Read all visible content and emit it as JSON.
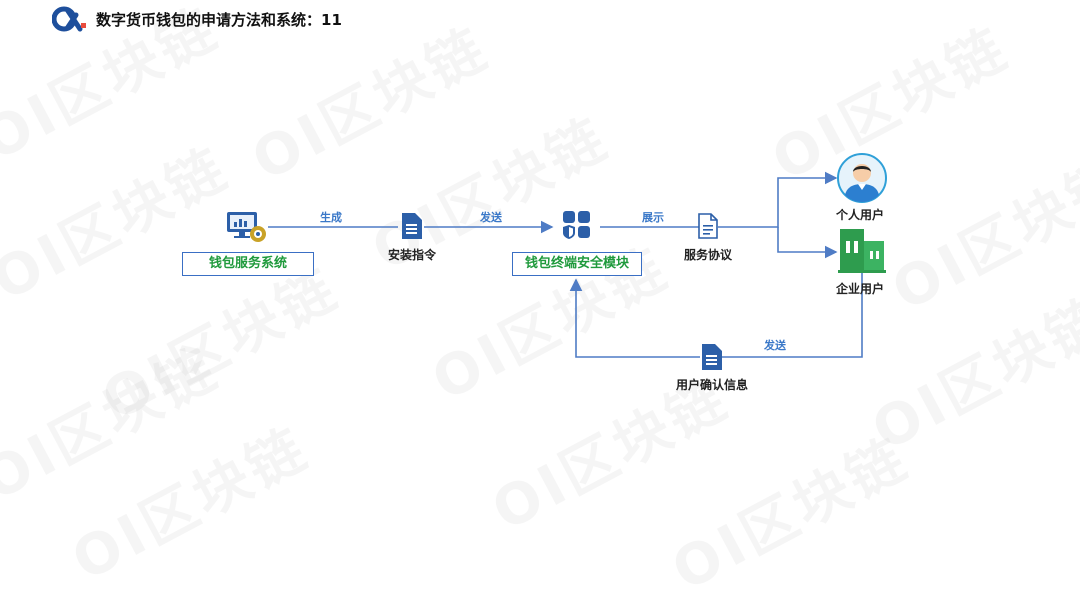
{
  "header": {
    "title": "数字货币钱包的申请方法和系统：11"
  },
  "watermark": "OI区块链",
  "nodes": {
    "wallet_service": "钱包服务系统",
    "install_cmd": "安装指令",
    "terminal_module": "钱包终端安全模块",
    "service_protocol": "服务协议",
    "personal_user": "个人用户",
    "enterprise_user": "企业用户",
    "user_confirm": "用户确认信息"
  },
  "edges": {
    "generate": "生成",
    "send1": "发送",
    "display": "展示",
    "send2": "发送"
  },
  "colors": {
    "arrow": "#4f7cc5",
    "box_text": "#1f9a3c",
    "edge_label": "#3a78c8"
  }
}
